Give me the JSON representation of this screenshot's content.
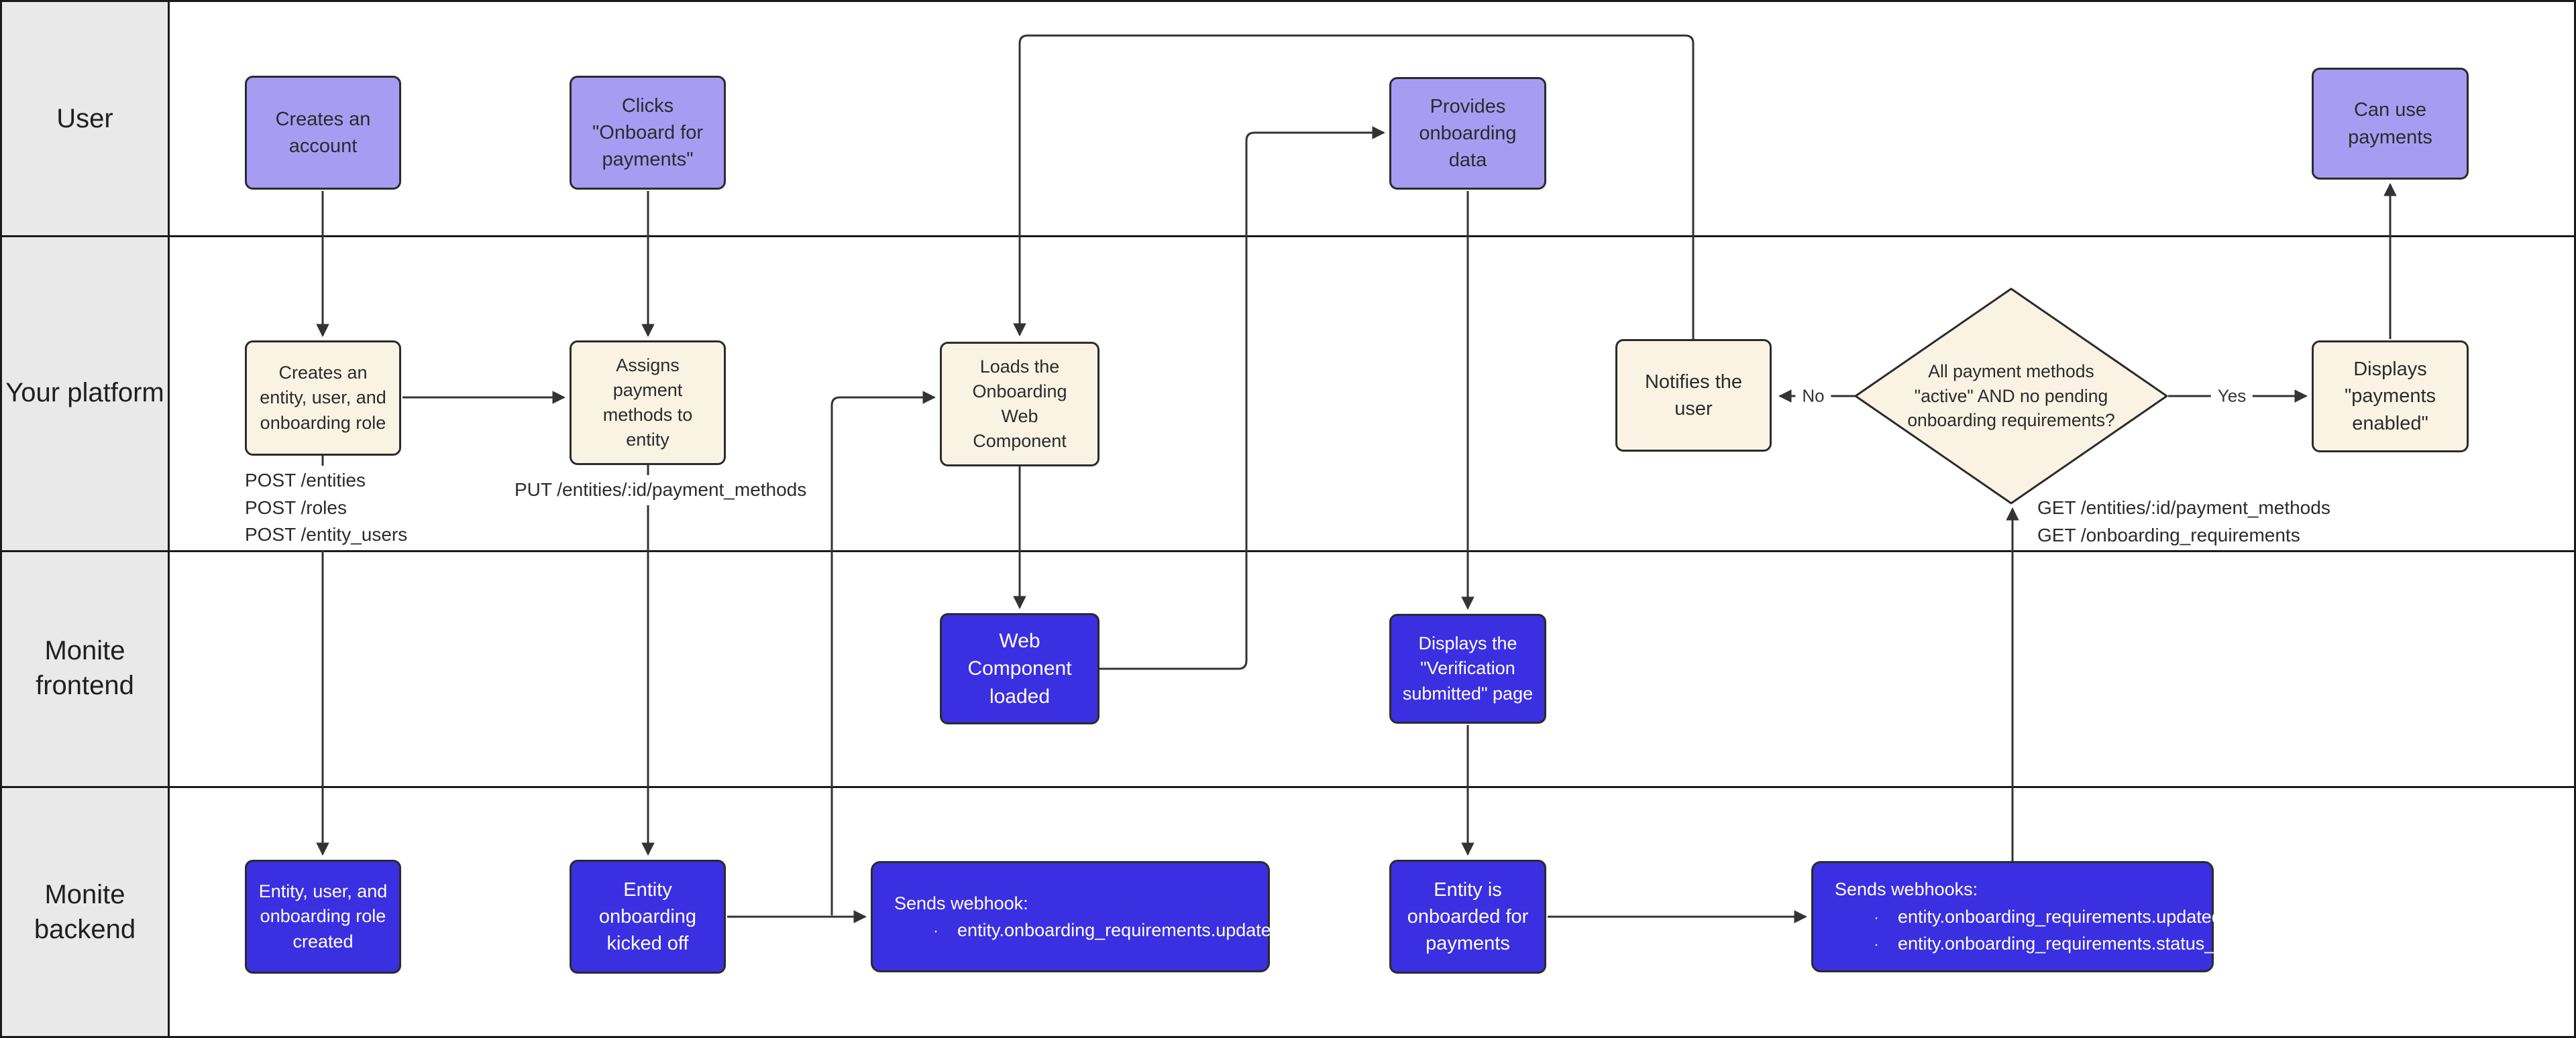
{
  "lanes": [
    {
      "label": "User"
    },
    {
      "label": "Your platform"
    },
    {
      "label": "Monite frontend"
    },
    {
      "label": "Monite backend"
    }
  ],
  "nodes": {
    "creates_account": {
      "label": "Creates an account"
    },
    "clicks_onboard": {
      "label": "Clicks \"Onboard for payments\""
    },
    "provides_data": {
      "label": "Provides onboarding data"
    },
    "can_use_payments": {
      "label": "Can use payments"
    },
    "creates_entity": {
      "label": "Creates an entity, user, and onboarding role"
    },
    "assigns_payment": {
      "label": "Assigns payment methods to entity"
    },
    "loads_component": {
      "label": "Loads the Onboarding Web Component"
    },
    "notifies_user": {
      "label": "Notifies the user"
    },
    "decision": {
      "label": "All payment methods \"active\" AND no pending onboarding requirements?"
    },
    "displays_enabled": {
      "label": "Displays \"payments enabled\""
    },
    "web_component_loaded": {
      "label": "Web Component loaded"
    },
    "displays_verification": {
      "label": "Displays the \"Verification submitted\" page"
    },
    "entity_created": {
      "label": "Entity, user, and onboarding role created"
    },
    "kicked_off": {
      "label": "Entity onboarding kicked off"
    },
    "webhook_single": {
      "title": "Sends webhook:",
      "items": [
        "entity.onboarding_requirements.updated"
      ]
    },
    "entity_onboarded": {
      "label": "Entity is onboarded for payments"
    },
    "webhook_multi": {
      "title": "Sends webhooks:",
      "items": [
        "entity.onboarding_requirements.updated",
        "entity.onboarding_requirements.status_updated"
      ]
    }
  },
  "annotations": {
    "post_calls": [
      "POST /entities",
      "POST /roles",
      "POST /entity_users"
    ],
    "put_call": "PUT /entities/:id/payment_methods",
    "get_calls": [
      "GET /entities/:id/payment_methods",
      "GET /onboarding_requirements"
    ],
    "no_label": "No",
    "yes_label": "Yes"
  },
  "colors": {
    "user_node": "#a89cf2",
    "platform_node": "#faf3e4",
    "monite_node": "#3b2fe2",
    "lane_bg": "#e9e9e9",
    "connector": "#333333"
  }
}
